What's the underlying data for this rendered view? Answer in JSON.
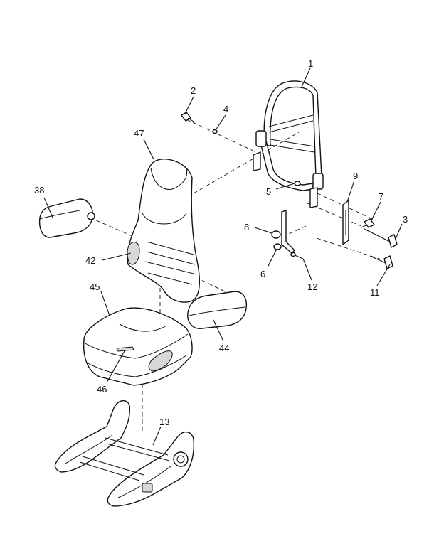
{
  "callouts": [
    {
      "id": "c1",
      "text": "1"
    },
    {
      "id": "c2",
      "text": "2"
    },
    {
      "id": "c3",
      "text": "3"
    },
    {
      "id": "c4",
      "text": "4"
    },
    {
      "id": "c5",
      "text": "5"
    },
    {
      "id": "c6",
      "text": "6"
    },
    {
      "id": "c7",
      "text": "7"
    },
    {
      "id": "c8",
      "text": "8"
    },
    {
      "id": "c9",
      "text": "9"
    },
    {
      "id": "c11",
      "text": "11"
    },
    {
      "id": "c12",
      "text": "12"
    },
    {
      "id": "c13",
      "text": "13"
    },
    {
      "id": "c38",
      "text": "38"
    },
    {
      "id": "c42",
      "text": "42"
    },
    {
      "id": "c44",
      "text": "44"
    },
    {
      "id": "c45",
      "text": "45"
    },
    {
      "id": "c46",
      "text": "46"
    },
    {
      "id": "c47",
      "text": "47"
    }
  ]
}
